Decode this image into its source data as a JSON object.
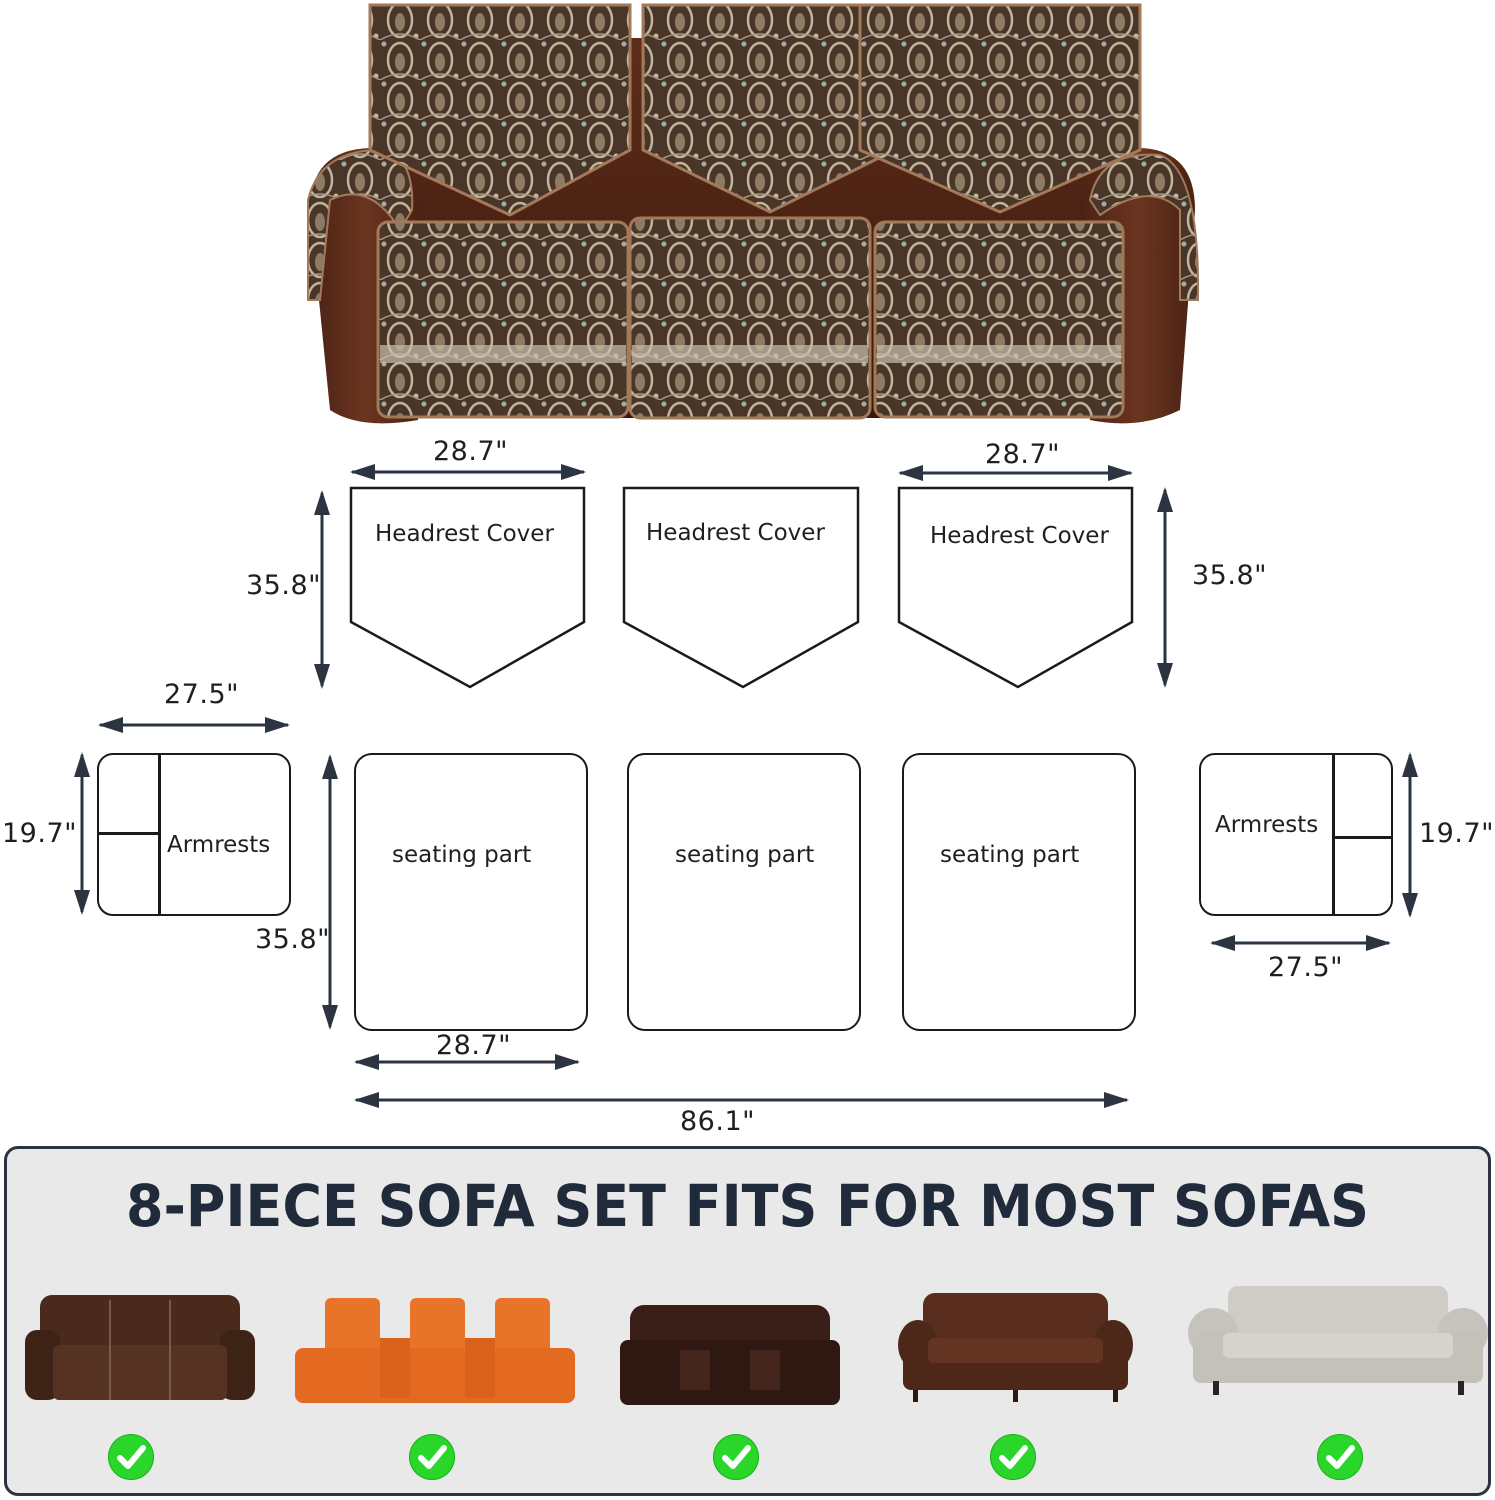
{
  "product_image": {
    "description": "Three-seat brown leather recliner sofa with paisley pattern covers",
    "pattern_colors": {
      "base": "#3d2a1e",
      "motif": "#b9ad98",
      "accent": "#7f9a9a",
      "leather": "#5a2e1c",
      "trim": "#a27a5a"
    }
  },
  "diagram": {
    "line_color": "#1a1a1a",
    "arrow_color": "#2b3440",
    "headrests": [
      {
        "label": "Headrest Cover",
        "width_label": "28.7\"",
        "height_label": "35.8\""
      },
      {
        "label": "Headrest Cover"
      },
      {
        "label": "Headrest Cover",
        "width_label": "28.7\"",
        "height_label": "35.8\""
      }
    ],
    "armrests": [
      {
        "label": "Armrests",
        "width_label": "27.5\"",
        "height_label": "19.7\""
      },
      {
        "label": "Armrests",
        "width_label": "27.5\"",
        "height_label": "19.7\""
      }
    ],
    "seats": [
      {
        "label": "seating part",
        "width_label": "28.7\"",
        "height_label": "35.8\""
      },
      {
        "label": "seating part"
      },
      {
        "label": "seating part"
      }
    ],
    "total_width_label": "86.1\""
  },
  "compat_panel": {
    "headline": "8-PIECE SOFA SET FITS FOR MOST SOFAS",
    "check_color": "#2bd62b",
    "sofas": [
      {
        "name": "brown-leather-recliner",
        "color": "#4a2a1c",
        "checked": true
      },
      {
        "name": "orange-theater-recliner",
        "color": "#e8742a",
        "checked": true
      },
      {
        "name": "dark-brown-console-recliner",
        "color": "#3a1f18",
        "checked": true
      },
      {
        "name": "brown-leather-rolled-arm",
        "color": "#5a2e1e",
        "checked": true
      },
      {
        "name": "light-gray-fabric-sofa",
        "color": "#cfcbc6",
        "checked": true
      }
    ]
  }
}
